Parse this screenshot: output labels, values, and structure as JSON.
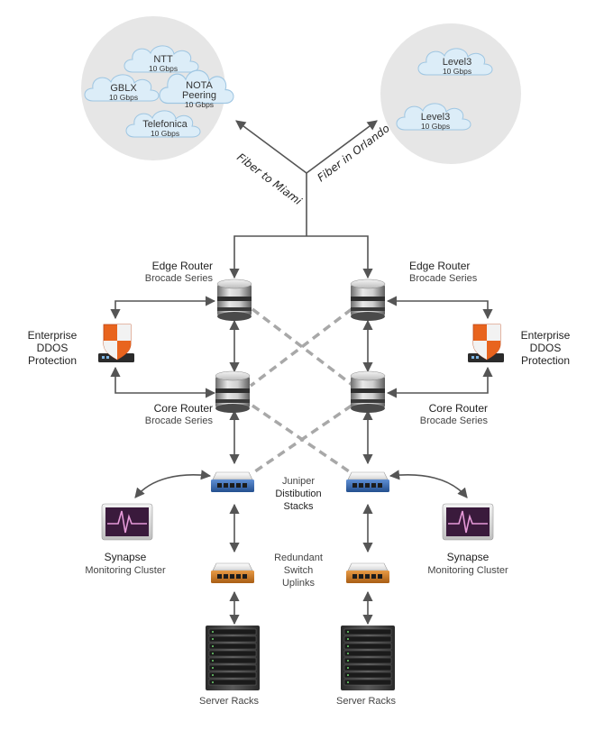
{
  "clouds": {
    "left": [
      {
        "name": "NTT",
        "speed": "10 Gbps"
      },
      {
        "name": "GBLX",
        "speed": "10 Gbps"
      },
      {
        "name": "NOTA Peering",
        "line1": "NOTA",
        "line2": "Peering",
        "speed": "10 Gbps"
      },
      {
        "name": "Telefonica",
        "speed": "10 Gbps"
      }
    ],
    "right": [
      {
        "name": "Level3",
        "speed": "10 Gbps"
      },
      {
        "name": "Level3",
        "speed": "10 Gbps"
      }
    ]
  },
  "fiber": {
    "left": "Fiber to Miami",
    "right": "Fiber in Orlando"
  },
  "edge_router": {
    "title": "Edge Router",
    "subtitle": "Brocade Series"
  },
  "core_router": {
    "title": "Core Router",
    "subtitle": "Brocade Series"
  },
  "ddos": {
    "line1": "Enterprise",
    "line2": "DDOS",
    "line3": "Protection"
  },
  "distribution": {
    "line1": "Juniper",
    "line2": "Distibution",
    "line3": "Stacks"
  },
  "uplinks": {
    "line1": "Redundant",
    "line2": "Switch",
    "line3": "Uplinks"
  },
  "synapse": {
    "title": "Synapse",
    "subtitle": "Monitoring Cluster"
  },
  "racks": {
    "label": "Server Racks"
  },
  "colors": {
    "cloud_circle": "#e6e6e6",
    "cloud_fill": "#dcedf8",
    "cloud_stroke": "#9fc6e2",
    "line": "#555555",
    "dashed": "#a8a8a8",
    "switch_blue": "#3a6ab0",
    "switch_orange": "#cc7a22",
    "shield_orange": "#e8641e"
  },
  "icons": [
    "cloud-icon",
    "router-icon",
    "firewall-shield-icon",
    "switch-icon",
    "monitor-icon",
    "server-rack-icon"
  ]
}
